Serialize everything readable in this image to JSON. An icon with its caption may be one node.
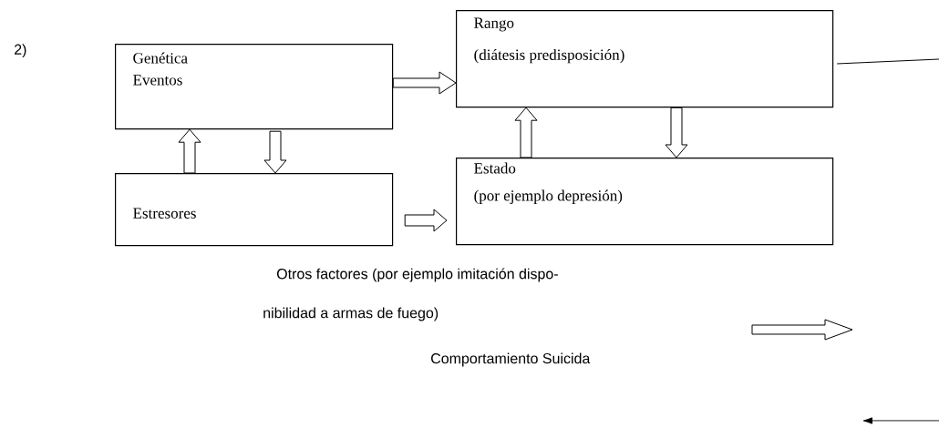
{
  "diagram": {
    "nodes": [
      {
        "text": [
          "Genética",
          "Eventos"
        ]
      },
      {
        "text": [
          "Rango",
          "(diátesis predisposición)"
        ]
      },
      {
        "text": [
          "Estresores"
        ]
      },
      {
        "text": [
          "Estado",
          "(por ejemplo depresión)"
        ]
      }
    ],
    "edges": [
      {
        "from": 0,
        "to": 1,
        "arrow": "to"
      },
      {
        "from": 2,
        "to": 0,
        "arrow": "to"
      },
      {
        "from": 0,
        "to": 2,
        "arrow": "to"
      },
      {
        "from": 3,
        "to": 1,
        "arrow": "to"
      },
      {
        "from": 1,
        "to": 3,
        "arrow": "to"
      },
      {
        "from": 2,
        "to": 3,
        "arrow": "to"
      },
      {
        "from": 1,
        "to": null,
        "arrow": "none"
      }
    ],
    "labels": [
      "2)",
      "Otros factores (por ejemplo imitación dispo-",
      "nibilidad a armas de fuego)",
      "Comportamiento Suicida"
    ]
  }
}
